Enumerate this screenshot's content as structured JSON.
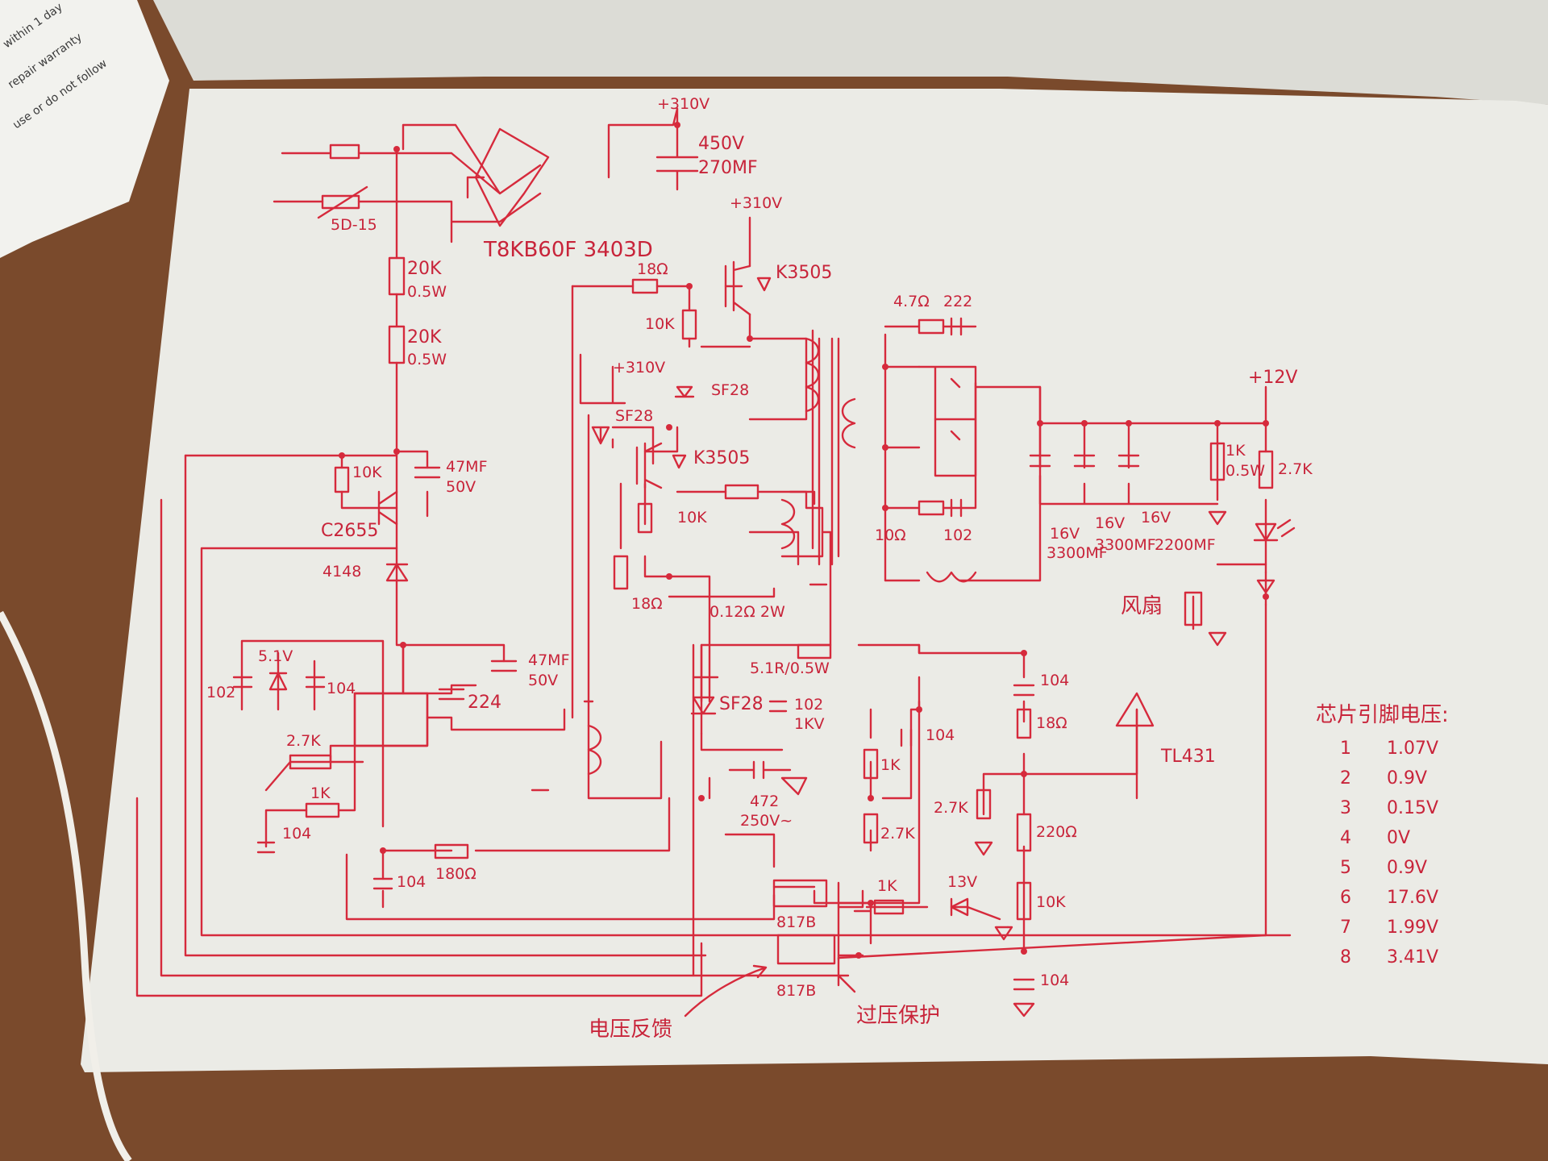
{
  "colors": {
    "ink": "#d62a3c",
    "paper": "#ebebe6",
    "desk": "#7a4a2c"
  },
  "input_stage": {
    "ntc_label": "5D-15",
    "bridge_label": "T8KB60F 3403D",
    "bulk_cap_voltage": "450V",
    "bulk_cap_value": "270MF",
    "rail_top": "+310V"
  },
  "startup": {
    "r1_value": "20K",
    "r1_power": "0.5W",
    "r2_value": "20K",
    "r2_power": "0.5W",
    "base_res": "10K",
    "cap_value": "47MF",
    "cap_voltage": "50V",
    "transistor": "C2655",
    "diode": "4148"
  },
  "controller": {
    "cap_102": "102",
    "zener": "5.1V",
    "cap_104": "104",
    "cap_224": "224",
    "cap2_value": "47MF",
    "cap2_voltage": "50V",
    "r_27k": "2.7K",
    "r_1k": "1K",
    "cap_104b": "104",
    "cap_104c": "104",
    "r_180": "180Ω"
  },
  "half_bridge": {
    "rail_label": "+310V",
    "gate_res": "18Ω",
    "gate_pd": "10K",
    "mosfet_high": "K3505",
    "rail_label2": "+310V",
    "diode1": "SF28",
    "diode2": "SF28",
    "mosfet_low": "K3505",
    "res_10k": "10K",
    "res_18": "18Ω",
    "sense_res": "0.12Ω 2W"
  },
  "snubber": {
    "res": "5.1R/0.5W",
    "diode": "SF28",
    "cap": "102",
    "cap_v": "1KV",
    "y_cap": "472",
    "y_cap_v": "250V~"
  },
  "secondary": {
    "rc1": "4.7Ω",
    "rc1_cap": "222",
    "rc2": "10Ω",
    "rc2_cap": "102",
    "caps": [
      {
        "voltage": "16V",
        "value": "3300MF"
      },
      {
        "voltage": "16V",
        "value": "3300MF"
      },
      {
        "voltage": "16V",
        "value": "2200MF"
      }
    ],
    "bleeder": "1K",
    "bleeder_power": "0.5W",
    "rail": "+12V",
    "led_res": "2.7K",
    "fan": "风扇"
  },
  "feedback": {
    "cap_104": "104",
    "res_18": "18Ω",
    "ref": "TL431",
    "r_27k": "2.7K",
    "r_220": "220Ω",
    "r_10k": "10K",
    "cap_104b": "104",
    "r_1k": "1K",
    "r_27kb": "2.7K",
    "cap_104c": "104",
    "r_1kb": "1K",
    "zener": "13V",
    "opto1": "817B",
    "opto2": "817B",
    "label_feedback": "电压反馈",
    "label_ovp": "过压保护"
  },
  "pin_table": {
    "title": "芯片引脚电压:",
    "rows": [
      {
        "pin": "1",
        "voltage": "1.07V"
      },
      {
        "pin": "2",
        "voltage": "0.9V"
      },
      {
        "pin": "3",
        "voltage": "0.15V"
      },
      {
        "pin": "4",
        "voltage": "0V"
      },
      {
        "pin": "5",
        "voltage": "0.9V"
      },
      {
        "pin": "6",
        "voltage": "17.6V"
      },
      {
        "pin": "7",
        "voltage": "1.99V"
      },
      {
        "pin": "8",
        "voltage": "3.41V"
      }
    ]
  }
}
